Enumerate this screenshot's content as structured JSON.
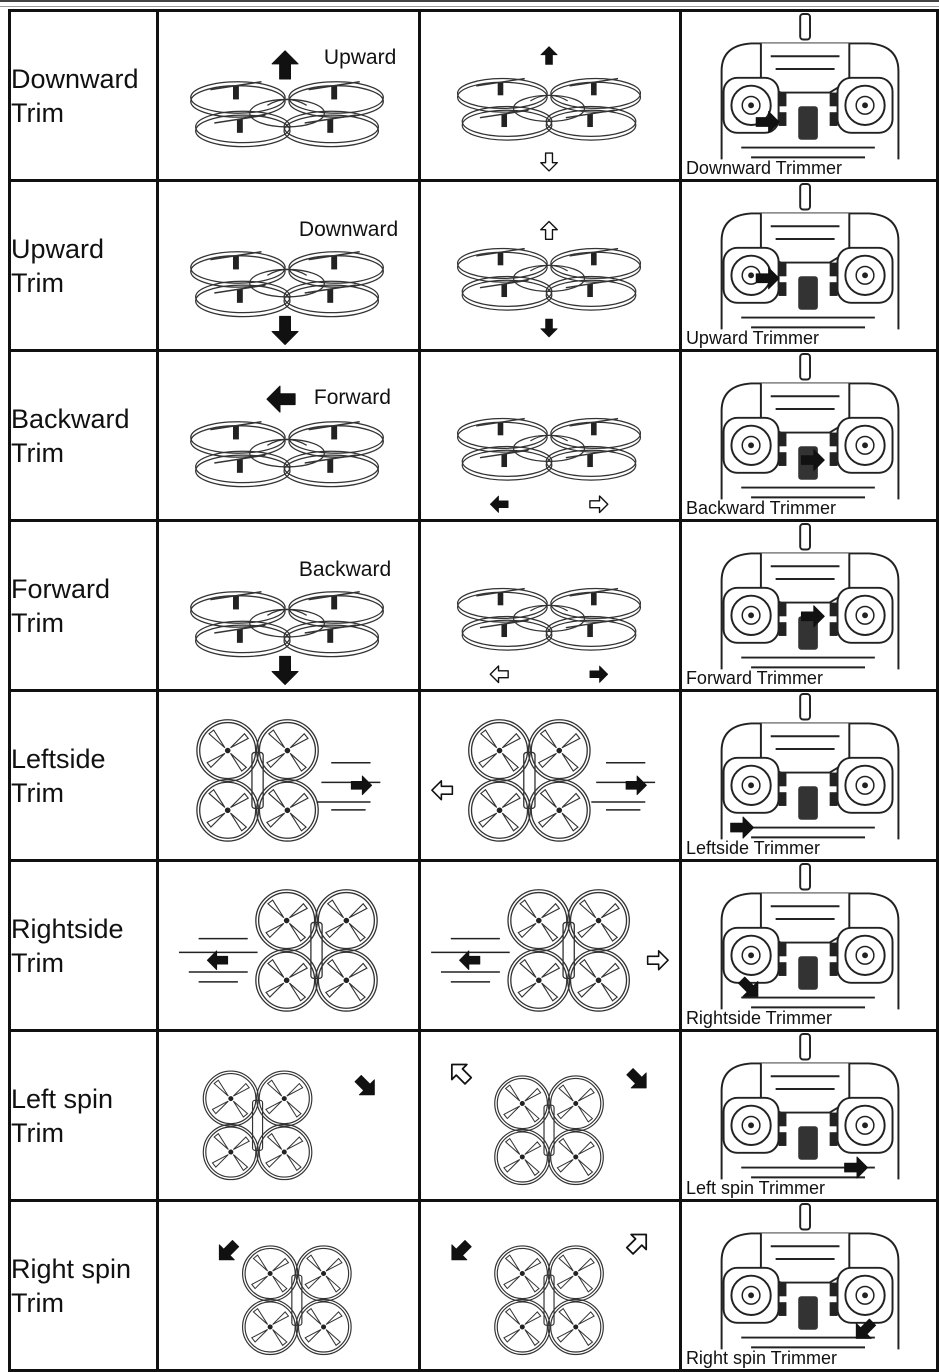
{
  "rows": [
    {
      "id": "downward",
      "label_line1": "Downward",
      "label_line2": "Trim",
      "direction_text": "Upward",
      "caption": "Downward Trimmer",
      "drone_view": "side",
      "motion": "up",
      "trim": "down-left-stick"
    },
    {
      "id": "upward",
      "label_line1": "Upward",
      "label_line2": "Trim",
      "direction_text": "Downward",
      "caption": "Upward Trimmer",
      "drone_view": "side",
      "motion": "down",
      "trim": "up-left-stick"
    },
    {
      "id": "backward",
      "label_line1": "Backward",
      "label_line2": "Trim",
      "direction_text": "Forward",
      "caption": "Backward Trimmer",
      "drone_view": "side",
      "motion": "forward",
      "trim": "backward-right-stick"
    },
    {
      "id": "forward",
      "label_line1": "Forward",
      "label_line2": "Trim",
      "direction_text": "Backward",
      "caption": "Forward Trimmer",
      "drone_view": "side",
      "motion": "backward",
      "trim": "forward-right-stick"
    },
    {
      "id": "leftside",
      "label_line1": "Leftside",
      "label_line2": "Trim",
      "direction_text": "",
      "caption": "Leftside Trimmer",
      "drone_view": "top",
      "motion": "right",
      "trim": "leftside-left-stick"
    },
    {
      "id": "rightside",
      "label_line1": "Rightside",
      "label_line2": "Trim",
      "direction_text": "",
      "caption": "Rightside Trimmer",
      "drone_view": "top",
      "motion": "left",
      "trim": "rightside-left-stick"
    },
    {
      "id": "leftspin",
      "label_line1": "Left spin",
      "label_line2": "Trim",
      "direction_text": "",
      "caption": "Left spin Trimmer",
      "drone_view": "top",
      "motion": "spin-cw",
      "trim": "leftspin-right-stick"
    },
    {
      "id": "rightspin",
      "label_line1": "Right spin",
      "label_line2": "Trim",
      "direction_text": "",
      "caption": "Right spin Trimmer",
      "drone_view": "top",
      "motion": "spin-ccw",
      "trim": "rightspin-right-stick"
    }
  ],
  "icons": [
    "drone-side-icon",
    "drone-top-icon",
    "transmitter-icon",
    "arrow-icon"
  ]
}
